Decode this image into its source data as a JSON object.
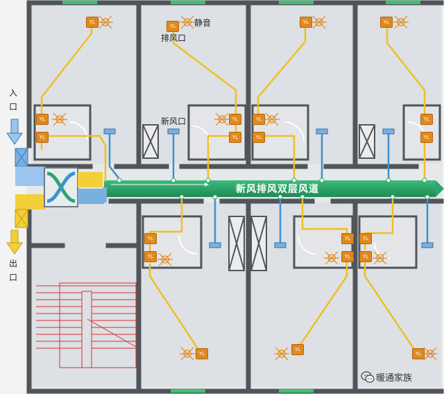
{
  "labels": {
    "inlet": "入口",
    "outlet": "出口",
    "mute": "静音",
    "exhaust_port": "排风口",
    "fresh_port": "新风口",
    "duct": "新风排风双层风道",
    "device_tag": "YL"
  },
  "watermark": {
    "brand": "暖通家族",
    "icon": "wechat-icon"
  },
  "colors": {
    "wall": "#555a5e",
    "room": "#dcdfe3",
    "duct_green": "#2fa56b",
    "pipe_yellow": "#f0c020",
    "pipe_blue": "#3b92d0",
    "device_orange": "#e08a1e",
    "vent_blue": "#7ab0e0",
    "stair_red": "#d83030",
    "arrow_blue": "#9bc4ee",
    "arrow_yellow": "#f3d03a"
  }
}
